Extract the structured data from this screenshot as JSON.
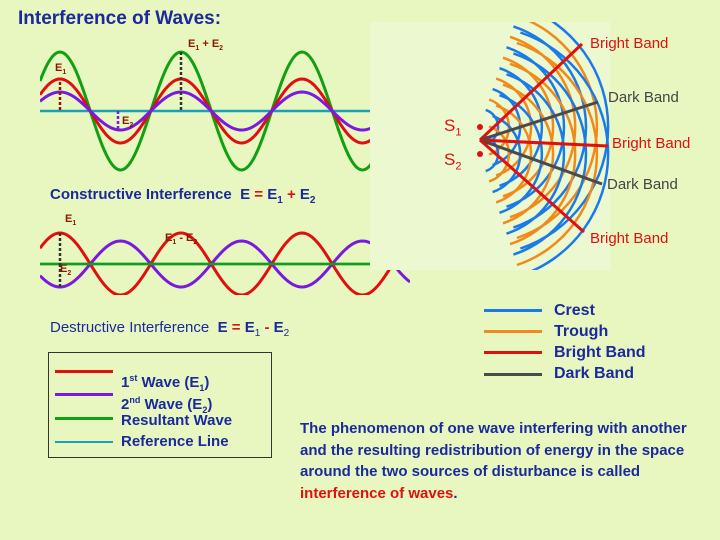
{
  "title": "Interference of Waves:",
  "constructive": {
    "label_e1_e2": "E",
    "label_e1": "E",
    "label_e2": "E",
    "sub1": "1",
    "sub2": "2",
    "plus": "+",
    "heading_text": "Constructive Interference",
    "eq_e": "E",
    "eq_eq": "=",
    "eq_e1": "E",
    "eq_plus": "+",
    "eq_e2": "E"
  },
  "destructive": {
    "label_e1": "E",
    "label_e1_e2": "E",
    "label_e2": "E",
    "minus": "-",
    "sub1": "1",
    "sub2": "2",
    "heading_text": "Destructive Interference",
    "eq_e": "E",
    "eq_eq": "=",
    "eq_e1": "E",
    "eq_minus": "-",
    "eq_e2": "E"
  },
  "pattern": {
    "bright_band_1": "Bright Band",
    "dark_band_1": "Dark Band",
    "bright_band_2": "Bright Band",
    "dark_band_2": "Dark Band",
    "bright_band_3": "Bright Band",
    "s1": "S",
    "s2": "S",
    "s1_sub": "1",
    "s2_sub": "2"
  },
  "pattern_legend": {
    "items": [
      "Crest",
      "Trough",
      "Bright Band",
      "Dark Band"
    ],
    "colors": [
      "#1a7ae8",
      "#f08a1c",
      "#e01010",
      "#4a4a4a"
    ]
  },
  "wave_legend": {
    "wave1_prefix": "1",
    "wave1_sup": "st",
    "wave1_text": " Wave (E",
    "wave1_sub": "1",
    "wave1_end": ")",
    "wave2_prefix": "2",
    "wave2_sup": "nd",
    "wave2_text": " Wave (E",
    "wave2_sub": "2",
    "wave2_end": ")",
    "resultant": "Resultant Wave",
    "reference": "Reference Line",
    "colors": [
      "#e01010",
      "#7a1ae0",
      "#12a012",
      "#1aa0b8"
    ]
  },
  "description": {
    "text_before": "The phenomenon of one wave interfering with another and the resulting redistribution of energy in the space around the two sources of disturbance is called ",
    "highlight": "interference of waves",
    "text_after": "."
  }
}
